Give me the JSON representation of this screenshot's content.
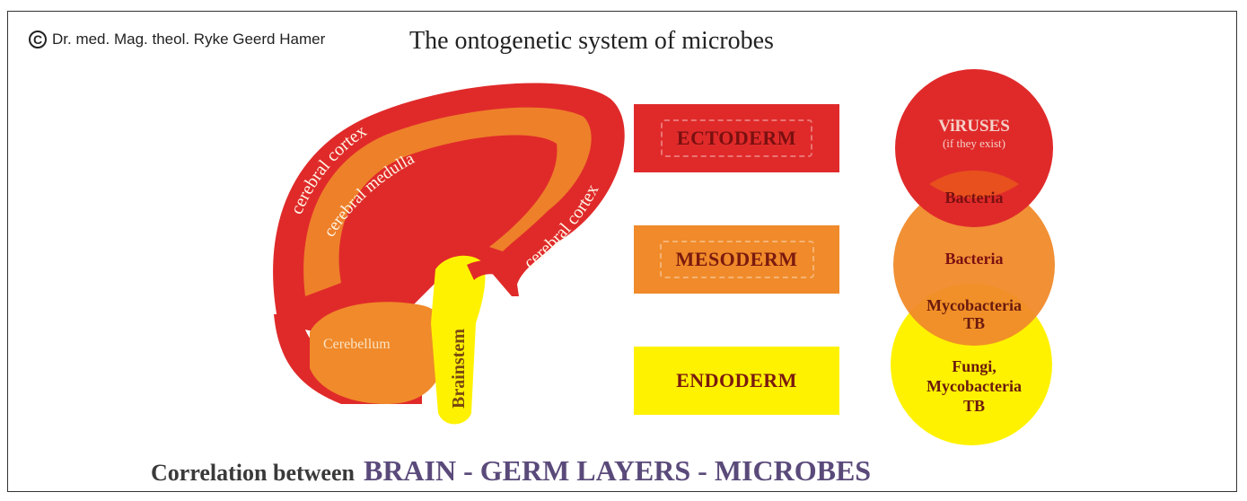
{
  "header": {
    "copyright_symbol": "C",
    "copyright": "Dr. med. Mag. theol. Ryke Geerd Hamer",
    "title": "The ontogenetic system of microbes"
  },
  "brain": {
    "cerebral_cortex_left": "cerebral cortex",
    "cerebral_cortex_right": "cerebral cortex",
    "cerebral_medulla": "cerebral medulla",
    "cerebellum": "Cerebellum",
    "brainstem": "Brainstem"
  },
  "germ_layers": {
    "ectoderm": "ECTODERM",
    "mesoderm": "MESODERM",
    "endoderm": "ENDODERM"
  },
  "microbes": {
    "viruses": "ViRUSES",
    "viruses_note": "(if they exist)",
    "bacteria_overlap": "Bacteria",
    "bacteria": "Bacteria",
    "mycobacteria_overlap_1": "Mycobacteria",
    "mycobacteria_overlap_2": "TB",
    "fungi_1": "Fungi,",
    "fungi_2": "Mycobacteria",
    "fungi_3": "TB"
  },
  "footer": {
    "prefix": "Correlation between",
    "main": "BRAIN - GERM LAYERS - MICROBES"
  },
  "colors": {
    "red": "#e02a2a",
    "orange": "#f08a2a",
    "yellow": "#fff200"
  }
}
